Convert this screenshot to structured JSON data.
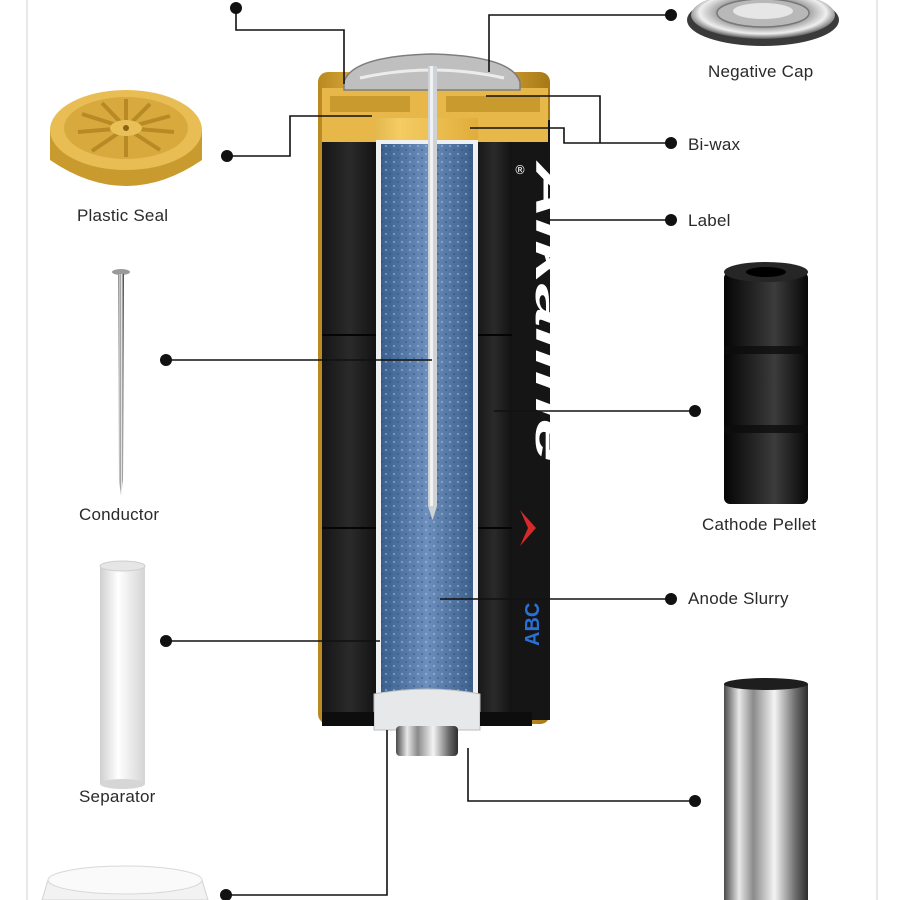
{
  "diagram": {
    "parts": {
      "negative_cap": "Negative Cap",
      "plastic_seal": "Plastic Seal",
      "bi_wax": "Bi-wax",
      "label": "Label",
      "conductor": "Conductor",
      "cathode_pellet": "Cathode Pellet",
      "anode_slurry": "Anode Slurry",
      "separator": "Separator"
    },
    "battery_label": {
      "brand": "Alkaline",
      "logo": "ABC",
      "registered_mark": "®"
    }
  },
  "colors": {
    "gold": "#e2b240",
    "gold_dark": "#b5861c",
    "label_black": "#151515",
    "anode_blue": "#4a6e9a",
    "brand_red": "#d42a2a",
    "logo_blue": "#2a6fd6",
    "leader_line": "#111111"
  }
}
